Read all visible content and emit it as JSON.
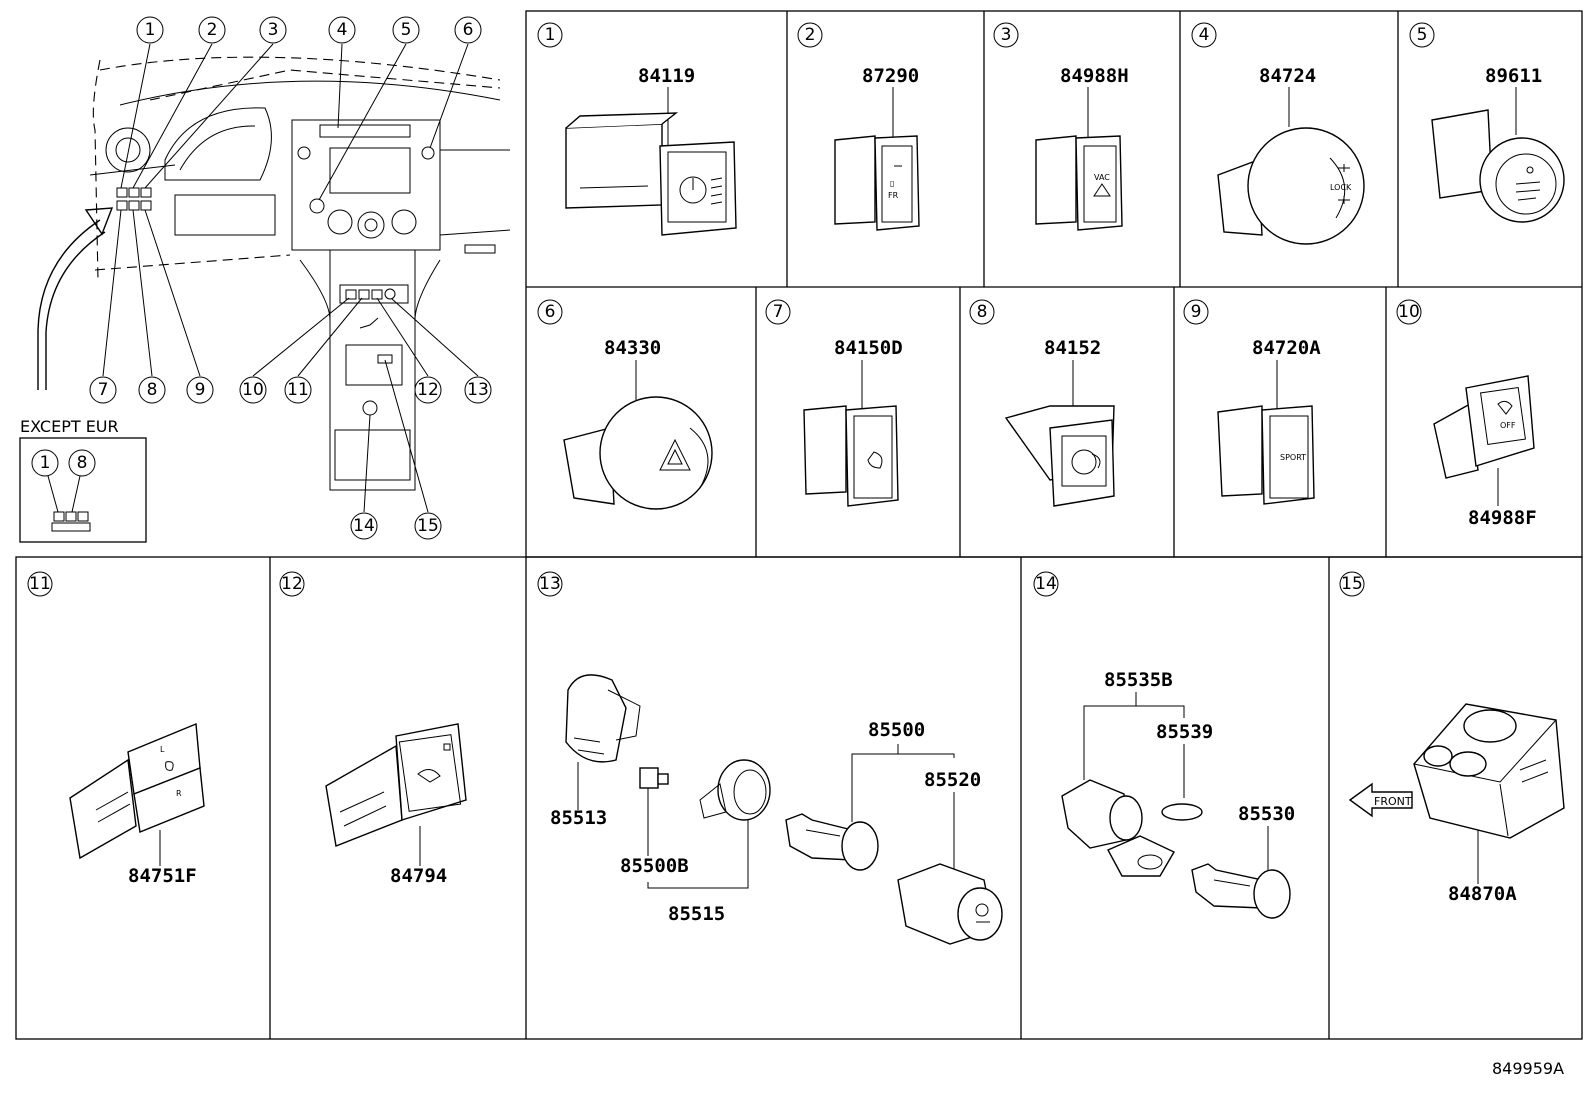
{
  "overview": {
    "callouts_top": [
      "1",
      "2",
      "3",
      "4",
      "5",
      "6"
    ],
    "callouts_left_bottom": [
      "7",
      "8",
      "9"
    ],
    "callouts_console": [
      "10",
      "11",
      "12",
      "13"
    ],
    "callouts_lower": [
      "14",
      "15"
    ],
    "except_label": "EXCEPT EUR",
    "except_callouts": [
      "1",
      "8"
    ]
  },
  "panels": [
    {
      "index": "1",
      "parts": [
        "84119"
      ]
    },
    {
      "index": "2",
      "parts": [
        "87290"
      ]
    },
    {
      "index": "3",
      "parts": [
        "84988H"
      ]
    },
    {
      "index": "4",
      "parts": [
        "84724"
      ]
    },
    {
      "index": "5",
      "parts": [
        "89611"
      ]
    },
    {
      "index": "6",
      "parts": [
        "84330"
      ]
    },
    {
      "index": "7",
      "parts": [
        "84150D"
      ]
    },
    {
      "index": "8",
      "parts": [
        "84152"
      ]
    },
    {
      "index": "9",
      "parts": [
        "84720A"
      ]
    },
    {
      "index": "10",
      "parts": [
        "84988F"
      ]
    },
    {
      "index": "11",
      "parts": [
        "84751F"
      ]
    },
    {
      "index": "12",
      "parts": [
        "84794"
      ]
    },
    {
      "index": "13",
      "parts": [
        "85513",
        "85500B",
        "85515",
        "85500",
        "85520"
      ]
    },
    {
      "index": "14",
      "parts": [
        "85535B",
        "85539",
        "85530"
      ]
    },
    {
      "index": "15",
      "parts": [
        "84870A"
      ]
    }
  ],
  "icon_texts": {
    "sport": "SPORT",
    "vac": "VAC",
    "off": "OFF",
    "lock": "LOCK",
    "fr_l": "L",
    "fr_r": "R",
    "front_arrow": "FRONT"
  },
  "figure_number": "849959A"
}
